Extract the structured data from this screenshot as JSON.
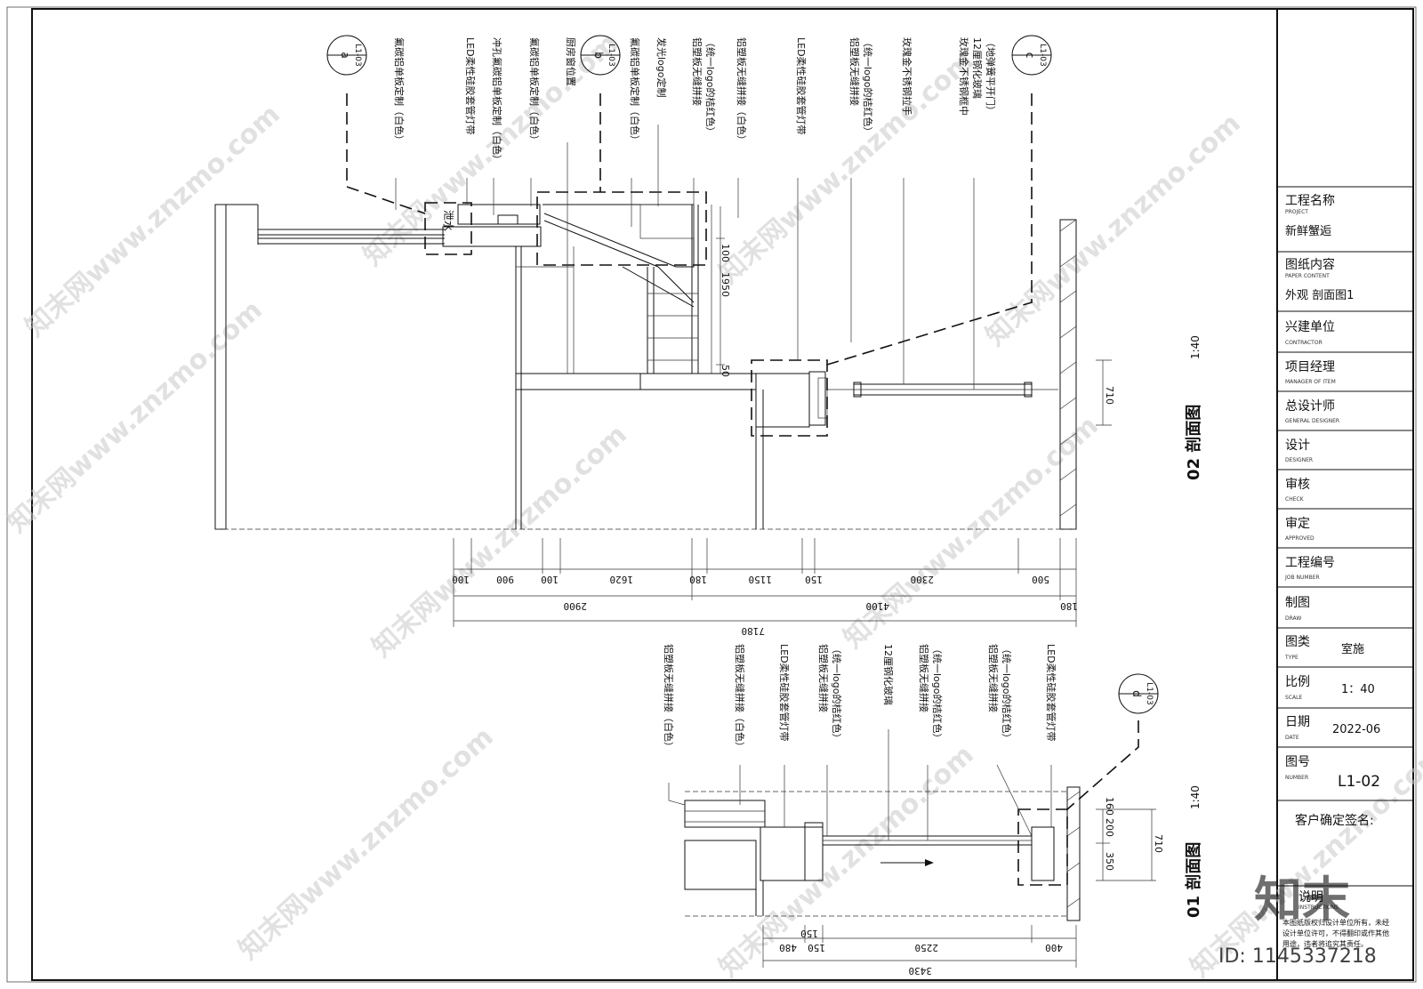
{
  "section02": {
    "title": "02 剖面图",
    "scale": "1:40",
    "callouts": [
      {
        "letter": "a",
        "sheet": "L1-03"
      },
      {
        "letter": "b",
        "sheet": "L1-03"
      },
      {
        "letter": "c",
        "sheet": "L1-03"
      }
    ],
    "annotations": [
      "氟碳铝单板定制（白色）",
      "LED柔性硅胶套管灯带",
      "冲孔氟碳铝单板定制（白色）",
      "氟碳铝单板定制（白色）",
      "厨房窗位置",
      "氟碳铝单板定制（白色）",
      "发光logo定制",
      "铝塑板无缝拼接",
      "（统一logo的桔红色）",
      "铝塑板无缝拼接（白色）",
      "LED柔性硅胶套管灯带",
      "铝塑板无缝拼接",
      "（统一logo的桔红色）",
      "玫瑰金不锈钢拉手",
      "玫瑰金不锈钢框中",
      "12厘钢化玻璃",
      "（地弹簧平开门）"
    ],
    "water_label": "泄水",
    "vertical_dims": [
      "100",
      "1950",
      "50",
      "710"
    ],
    "dims_row1": [
      "100",
      "900",
      "100",
      "1620",
      "180",
      "1150",
      "150",
      "2300",
      "500"
    ],
    "dims_row2": [
      "2900",
      "4100",
      "180"
    ],
    "dims_total": "7180"
  },
  "section01": {
    "title": "01 剖面图",
    "scale": "1:40",
    "callout": {
      "letter": "d",
      "sheet": "L1-03"
    },
    "annotations": [
      "铝塑板无缝拼接（白色）",
      "铝塑板无缝拼接（白色）",
      "LED柔性硅胶套管灯带",
      "铝塑板无缝拼接",
      "（统一logo的桔红色）",
      "12厘钢化玻璃",
      "铝塑板无缝拼接",
      "（统一logo的桔红色）",
      "铝塑板无缝拼接",
      "（统一logo的桔红色）",
      "LED柔性硅胶套管灯带"
    ],
    "vertical_dims": [
      "350",
      "200",
      "160",
      "710"
    ],
    "dims_row1": [
      "480",
      "150",
      "2250",
      "400"
    ],
    "dims_row1_extra": "150",
    "dims_total": "3430"
  },
  "title_block": {
    "project_name_label": "工程名称",
    "project_name_en": "PROJECT",
    "project_name": "新鲜蟹逅",
    "paper_content_label": "图纸内容",
    "paper_content_en": "PAPER CONTENT",
    "paper_content": "外观 剖面图1",
    "contractor_label": "兴建单位",
    "contractor_en": "CONTRACTOR",
    "manager_label": "项目经理",
    "manager_en": "MANAGER OF ITEM",
    "general_designer_label": "总设计师",
    "general_designer_en": "GENERAL DESIGNER",
    "designer_label": "设计",
    "designer_en": "DESIGNER",
    "check_label": "审核",
    "check_en": "CHECK",
    "approved_label": "审定",
    "approved_en": "APPROVED",
    "job_number_label": "工程编号",
    "job_number_en": "JOB NUMBER",
    "draw_label": "制图",
    "draw_en": "DRAW",
    "type_label": "图类",
    "type_en": "TYPE",
    "type_value": "室施",
    "scale_label": "比例",
    "scale_en": "SCALE",
    "scale_value": "1：40",
    "date_label": "日期",
    "date_en": "DATE",
    "date_value": "2022-06",
    "number_label": "图号",
    "number_en": "NUMBER",
    "number_value": "L1-02",
    "signature_label": "客户确定签名:",
    "instructions_label": "说明",
    "instructions_en": "INSTRUCTIONS",
    "instructions_lines": [
      "本图纸版权归设计单位所有，未经",
      "设计单位许可，不得翻印或作其他",
      "用途，违者将追究其责任。"
    ]
  },
  "watermark": {
    "site": "知末网www.znzmo.com",
    "logo": "知末",
    "id": "ID: 1145337218"
  }
}
